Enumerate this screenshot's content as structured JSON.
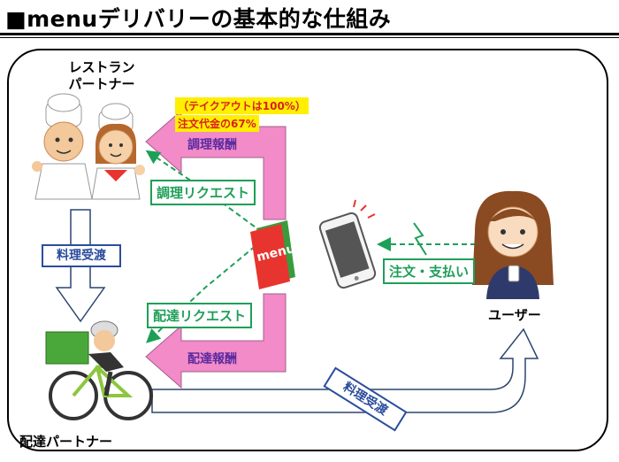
{
  "title": "■menuデリバリーの基本的な仕組み",
  "nodes": {
    "restaurant": "レストラン\nパートナー",
    "delivery": "配達パートナー",
    "user": "ユーザー",
    "app": "menu"
  },
  "labels": {
    "takeout_note": "（テイクアウトは100%）",
    "pct_note": "注文代金の67%",
    "cook_reward": "調理報酬",
    "cook_request": "調理リクエスト",
    "food_receive_left": "料理受渡",
    "delivery_request": "配達リクエスト",
    "delivery_reward": "配達報酬",
    "order_pay": "注文・支払い",
    "food_receive_bottom": "料理受渡"
  },
  "colors": {
    "pink_arrow": "#f28bc8",
    "green_line": "#1e9f57",
    "blue_label": "#2b4d9c",
    "menu_red": "#e8342e",
    "highlight": "#ffef00",
    "reward_text": "#5b2ba0"
  }
}
